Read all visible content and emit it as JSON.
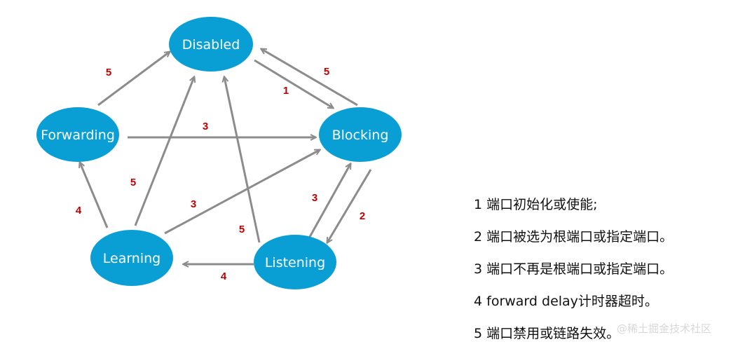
{
  "diagram": {
    "node_color": "#0a9fd4",
    "edge_color": "#8c8c8c",
    "label_color": "#c00000",
    "nodes": [
      {
        "id": "disabled",
        "label": "Disabled"
      },
      {
        "id": "forwarding",
        "label": "Forwarding"
      },
      {
        "id": "blocking",
        "label": "Blocking"
      },
      {
        "id": "learning",
        "label": "Learning"
      },
      {
        "id": "listening",
        "label": "Listening"
      }
    ],
    "edges": [
      {
        "from": "forwarding",
        "to": "disabled",
        "label": "5"
      },
      {
        "from": "disabled",
        "to": "blocking",
        "label": "1"
      },
      {
        "from": "blocking",
        "to": "disabled",
        "label": "5"
      },
      {
        "from": "forwarding",
        "to": "blocking",
        "label": "3"
      },
      {
        "from": "learning",
        "to": "disabled",
        "label": "5"
      },
      {
        "from": "listening",
        "to": "disabled",
        "label": "5"
      },
      {
        "from": "learning",
        "to": "blocking",
        "label": "3"
      },
      {
        "from": "learning",
        "to": "forwarding",
        "label": "4"
      },
      {
        "from": "listening",
        "to": "blocking",
        "label": "3"
      },
      {
        "from": "blocking",
        "to": "listening",
        "label": "2"
      },
      {
        "from": "listening",
        "to": "learning",
        "label": "4"
      }
    ]
  },
  "legend": {
    "items": [
      "1 端口初始化或使能;",
      "2 端口被选为根端口或指定端口。",
      "3 端口不再是根端口或指定端口。",
      "4  forward delay计时器超时。",
      "5  端口禁用或链路失效。"
    ]
  },
  "watermark": "@稀土掘金技术社区"
}
